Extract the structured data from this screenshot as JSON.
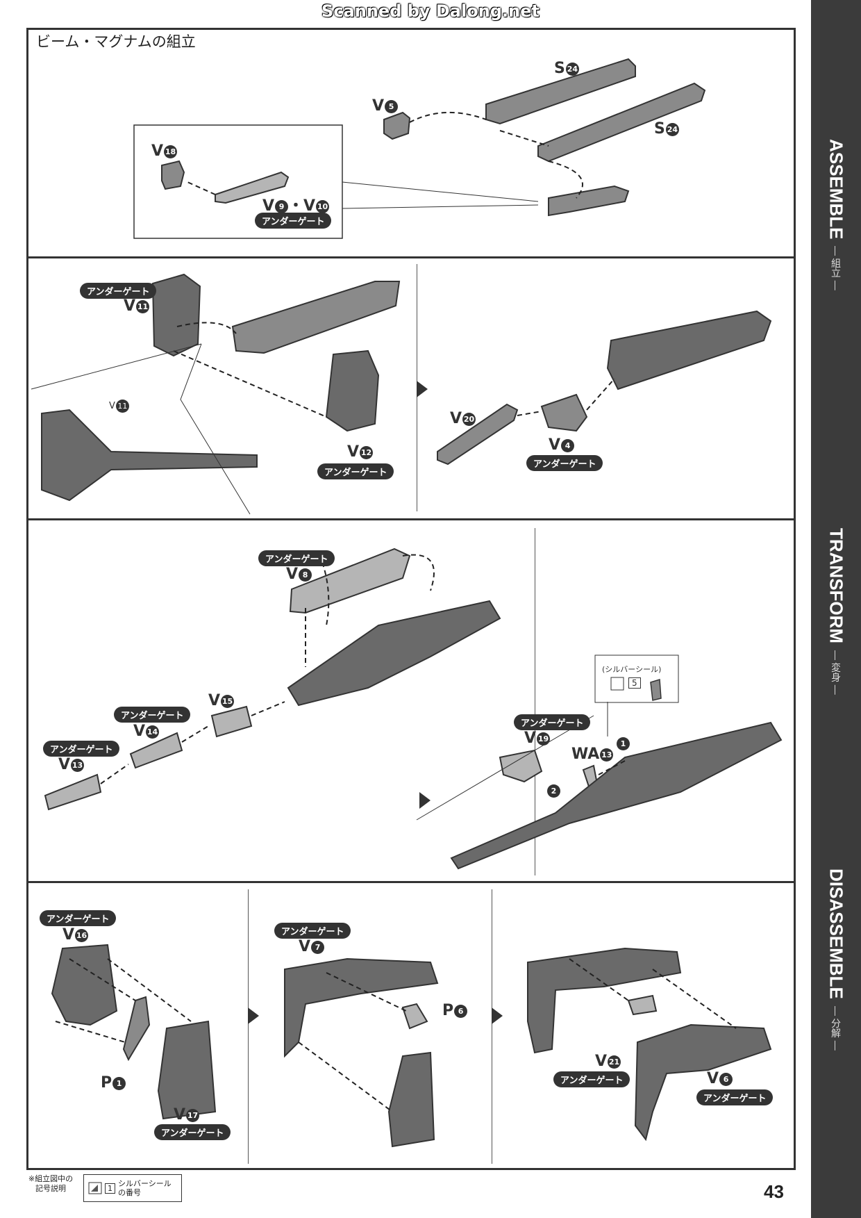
{
  "watermark": "Scanned by Dalong.net",
  "title": "ビーム・マグナムの組立",
  "side_band": [
    {
      "label": "ASSEMBLE",
      "sub": "— 組立 —"
    },
    {
      "label": "TRANSFORM",
      "sub": "— 変身 —"
    },
    {
      "label": "DISASSEMBLE",
      "sub": "— 分解 —"
    }
  ],
  "under_gate": "アンダーゲート",
  "step1": {
    "s24a": "S",
    "s24a_n": "24",
    "s24b": "S",
    "s24b_n": "24",
    "v5": "V",
    "v5_n": "5",
    "v18": "V",
    "v18_n": "18",
    "v9v10": "V",
    "v9_n": "9",
    "v9_sep": "・V",
    "v10_n": "10"
  },
  "step2": {
    "v11": "V",
    "v11_n": "11",
    "v11_small": "V",
    "v12": "V",
    "v12_n": "12",
    "v20": "V",
    "v20_n": "20",
    "v4": "V",
    "v4_n": "4"
  },
  "step3": {
    "v8": "V",
    "v8_n": "8",
    "v15": "V",
    "v15_n": "15",
    "v14": "V",
    "v14_n": "14",
    "v13": "V",
    "v13_n": "13",
    "v19": "V",
    "v19_n": "19",
    "wa13": "WA",
    "wa13_n": "13",
    "silver_title": "(シルバーシール)",
    "silver_no": "5",
    "step_1": "1",
    "step_2": "2"
  },
  "step4": {
    "v16": "V",
    "v16_n": "16",
    "p1": "P",
    "p1_n": "1",
    "v17": "V",
    "v17_n": "17",
    "v7": "V",
    "v7_n": "7",
    "p6": "P",
    "p6_n": "6",
    "v21": "V",
    "v21_n": "21",
    "v6": "V",
    "v6_n": "6"
  },
  "footer": {
    "note": "※組立図中の記号説明",
    "legend_no": "1",
    "legend_text": "シルバーシールの番号"
  },
  "page_number": "43"
}
